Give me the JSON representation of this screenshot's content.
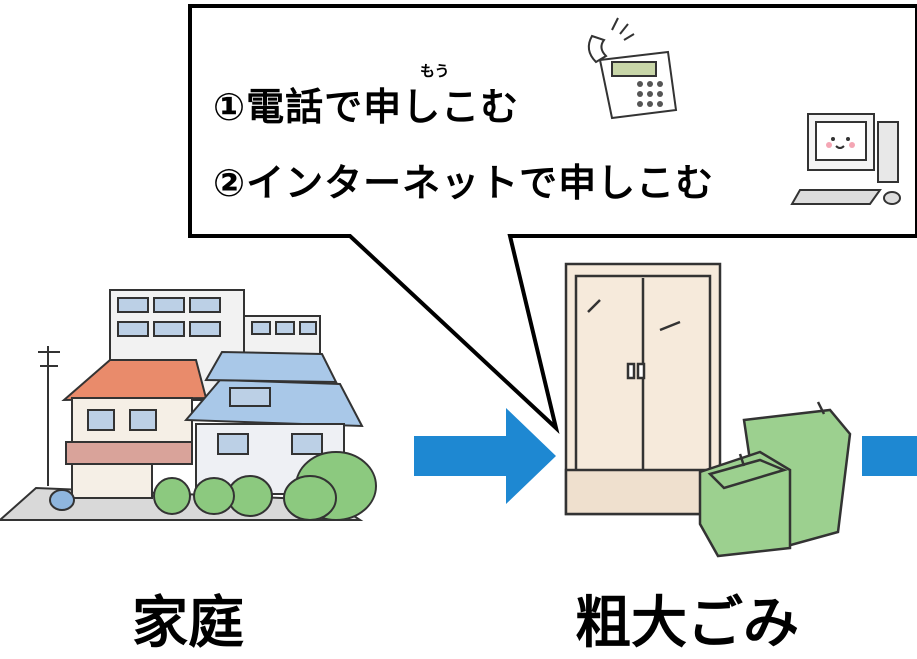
{
  "callout": {
    "line1": "①電話で申しこむ",
    "line1_ruby": "もう",
    "line2": "②インターネットで申しこむ"
  },
  "captions": {
    "home": "家庭",
    "bulky_waste": "粗大ごみ"
  },
  "icons": [
    "telephone-icon",
    "computer-icon",
    "houses-icon",
    "wardrobe-icon",
    "sofa-icon",
    "arrow-right-icon"
  ],
  "colors": {
    "arrow": "#1E88D2",
    "roof_orange": "#E98B6B",
    "roof_blue": "#A9C8E8",
    "wardrobe": "#F6EADB",
    "sofa": "#9CD08F",
    "tree": "#8CC97F"
  }
}
